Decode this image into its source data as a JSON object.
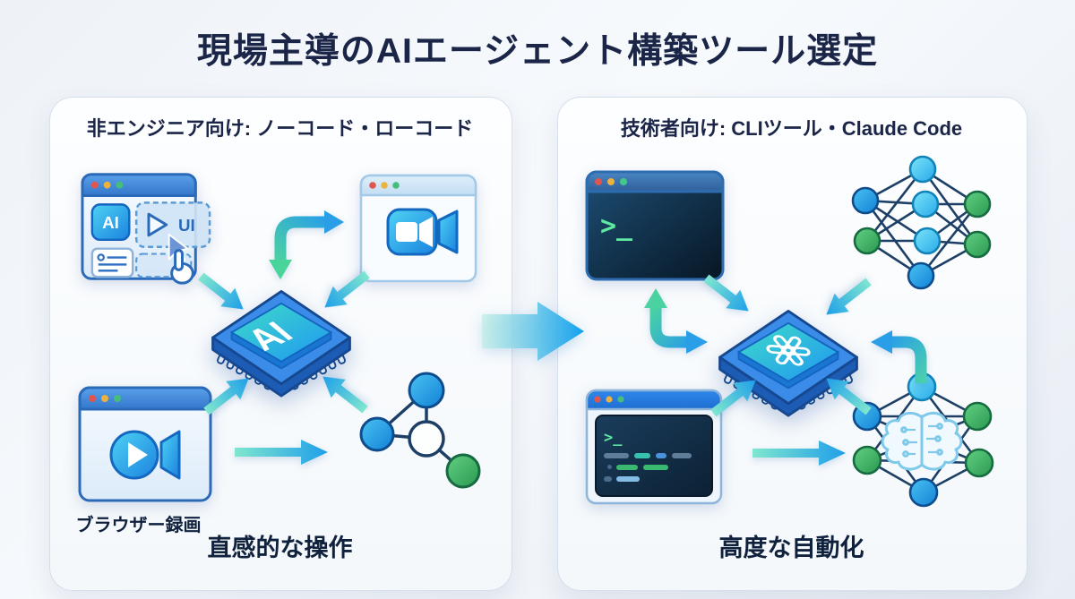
{
  "title": "現場主導のAIエージェント構築ツール選定",
  "left_panel": {
    "header": "非エンジニア向け: ノーコード・ローコード",
    "footer": "直感的な操作",
    "builder_window": {
      "ai_button": "AI",
      "ui_label": "UI"
    },
    "chip_label": "AI",
    "recording_caption": "ブラウザー録画"
  },
  "right_panel": {
    "header": "技術者向け: CLIツール・Claude Code",
    "footer": "高度な自動化",
    "terminal_prompt": ">_",
    "code_terminal_prompt": ">_"
  },
  "icons": {
    "left": [
      "browser-ui-builder-icon",
      "video-window-icon",
      "ai-chip-icon",
      "browser-recording-icon",
      "node-graph-icon"
    ],
    "right": [
      "terminal-window-icon",
      "neural-network-icon",
      "openai-chip-icon",
      "code-terminal-icon",
      "neural-network-brain-icon"
    ],
    "connectors": [
      "big-flow-arrow",
      "elbow-arrow",
      "inward-arrow",
      "horizontal-arrow"
    ]
  },
  "colors": {
    "page_bg": "#eef2f7",
    "panel_bg": "#fbfcfe",
    "heading_text": "#1a2547",
    "label_text": "#10213d",
    "accent_blue": "#2196f3",
    "accent_teal": "#3ed0b0",
    "accent_green": "#43b96b",
    "terminal_bg": "#0d2137",
    "terminal_green": "#5fe8a2",
    "window_bar": "#3c82d6",
    "edge_navy": "#1d3f66",
    "arrow_tail": "#7fe6cf",
    "arrow_head": "#1f9fe9"
  }
}
